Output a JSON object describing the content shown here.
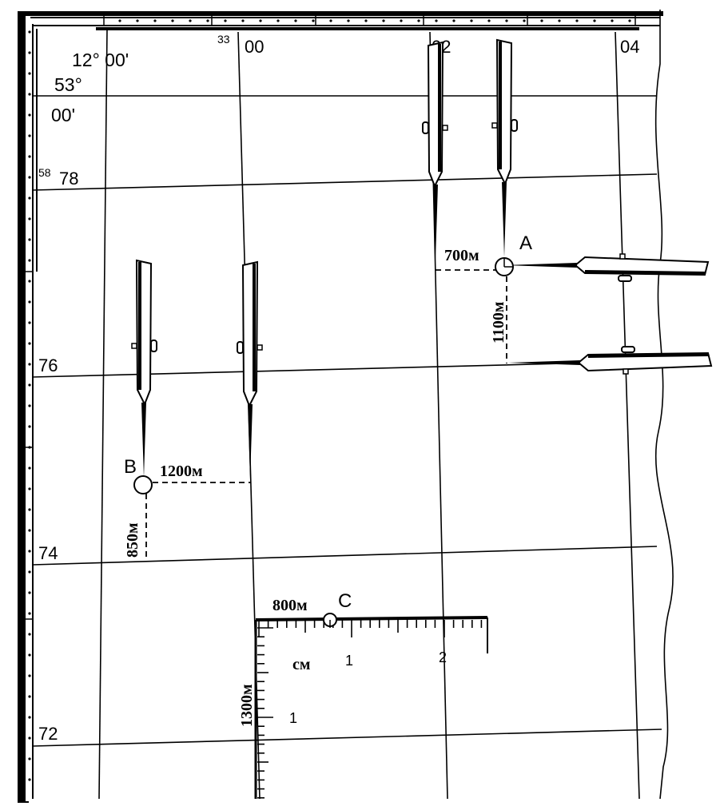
{
  "map": {
    "corner_longitude": "12° 00'",
    "corner_lat_degrees": "53°",
    "corner_lat_minutes": "00'",
    "easting_labels": [
      {
        "sup": "33",
        "main": "00"
      },
      {
        "sup": "",
        "main": "02"
      },
      {
        "sup": "",
        "main": "04"
      }
    ],
    "northing_labels": [
      {
        "sup": "58",
        "main": "78"
      },
      {
        "sup": "",
        "main": "76"
      },
      {
        "sup": "",
        "main": "74"
      },
      {
        "sup": "",
        "main": "72"
      }
    ]
  },
  "points": {
    "A": {
      "label": "A",
      "dx": "700м",
      "dy": "1100м"
    },
    "B": {
      "label": "B",
      "dx": "1200м",
      "dy": "850м"
    },
    "C": {
      "label": "C",
      "dx": "800м",
      "dy": "1300м"
    }
  },
  "ruler": {
    "unit": "см",
    "h_labels": [
      "1",
      "2"
    ],
    "v_label": "1"
  }
}
